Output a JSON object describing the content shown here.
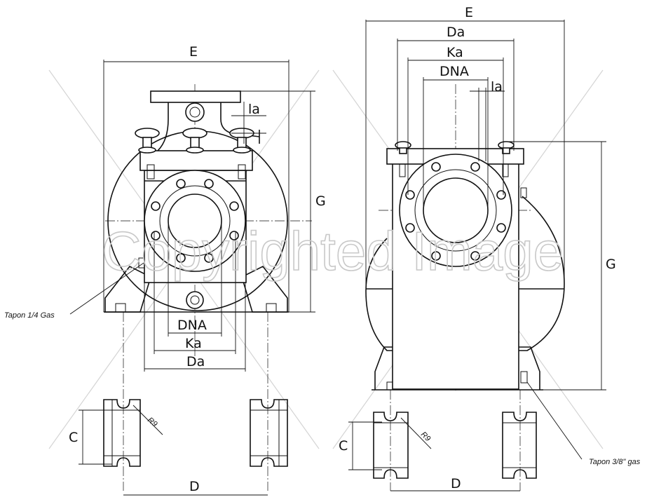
{
  "left_view": {
    "dim_E": "E",
    "dim_G": "G",
    "dim_la": "la",
    "dim_DNA": "DNA",
    "dim_Ka": "Ka",
    "dim_Da": "Da",
    "dim_C": "C",
    "dim_D": "D",
    "radius_label": "R9",
    "plug_note": "Tapon 1/4 Gas"
  },
  "right_view": {
    "dim_E": "E",
    "dim_Da": "Da",
    "dim_Ka": "Ka",
    "dim_DNA": "DNA",
    "dim_la": "la",
    "dim_G": "G",
    "dim_C": "C",
    "dim_D": "D",
    "radius_label": "R9",
    "plug_note": "Tapon 3/8\" gas"
  },
  "watermark": "Copyrighted Image"
}
